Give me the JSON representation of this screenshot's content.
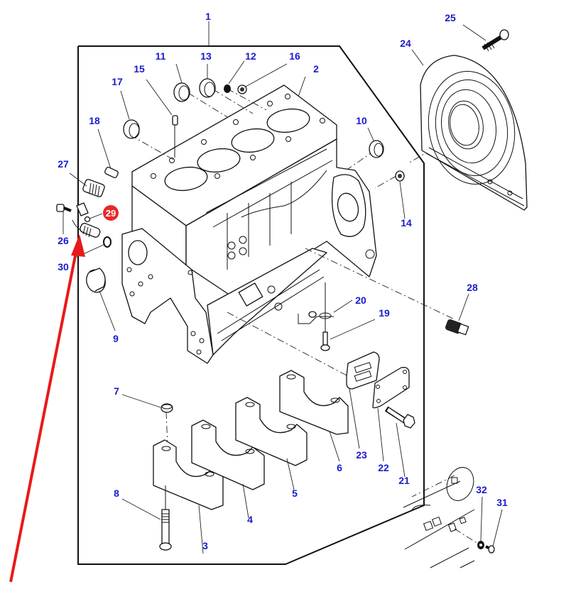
{
  "diagram": {
    "title": "Engine cylinder block exploded parts diagram",
    "label_color": "#1a1acc",
    "highlight_color": "#e8292b",
    "arrow_color": "#e8191b",
    "assembly_label": "1",
    "highlighted_part": "29",
    "callouts": [
      {
        "id": "c1",
        "label": "1",
        "part": "cylinder block assembly"
      },
      {
        "id": "c2",
        "label": "2",
        "part": "cylinder block"
      },
      {
        "id": "c3",
        "label": "3",
        "part": "main bearing cap"
      },
      {
        "id": "c4",
        "label": "4",
        "part": "main bearing cap"
      },
      {
        "id": "c5",
        "label": "5",
        "part": "main bearing cap"
      },
      {
        "id": "c6",
        "label": "6",
        "part": "main bearing cap"
      },
      {
        "id": "c7",
        "label": "7",
        "part": "dowel"
      },
      {
        "id": "c8",
        "label": "8",
        "part": "bearing cap bolt"
      },
      {
        "id": "c9",
        "label": "9",
        "part": "bushing"
      },
      {
        "id": "c10",
        "label": "10",
        "part": "plug"
      },
      {
        "id": "c11",
        "label": "11",
        "part": "plug"
      },
      {
        "id": "c12",
        "label": "12",
        "part": "plug"
      },
      {
        "id": "c13",
        "label": "13",
        "part": "plug"
      },
      {
        "id": "c14",
        "label": "14",
        "part": "plug"
      },
      {
        "id": "c15",
        "label": "15",
        "part": "dowel"
      },
      {
        "id": "c16",
        "label": "16",
        "part": "plug"
      },
      {
        "id": "c17",
        "label": "17",
        "part": "plug"
      },
      {
        "id": "c18",
        "label": "18",
        "part": "plug"
      },
      {
        "id": "c19",
        "label": "19",
        "part": "bolt"
      },
      {
        "id": "c20",
        "label": "20",
        "part": "piston cooling jet"
      },
      {
        "id": "c21",
        "label": "21",
        "part": "bolt"
      },
      {
        "id": "c22",
        "label": "22",
        "part": "cover plate"
      },
      {
        "id": "c23",
        "label": "23",
        "part": "gasket"
      },
      {
        "id": "c24",
        "label": "24",
        "part": "rear oil seal housing"
      },
      {
        "id": "c25",
        "label": "25",
        "part": "bolt"
      },
      {
        "id": "c26",
        "label": "26",
        "part": "screw"
      },
      {
        "id": "c27",
        "label": "27",
        "part": "plug"
      },
      {
        "id": "c28",
        "label": "28",
        "part": "plug"
      },
      {
        "id": "c29",
        "label": "29",
        "part": "washer"
      },
      {
        "id": "c30",
        "label": "30",
        "part": "o-ring"
      },
      {
        "id": "c31",
        "label": "31",
        "part": "screw"
      },
      {
        "id": "c32",
        "label": "32",
        "part": "washer"
      }
    ]
  }
}
